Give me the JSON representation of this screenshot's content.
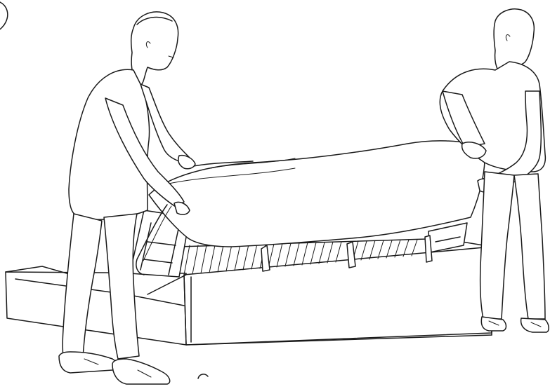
{
  "illustration": {
    "step_marker": "",
    "colors": {
      "line": "#1a1a1a",
      "paper": "#ffffff"
    },
    "figures": [
      "person-left",
      "person-right"
    ],
    "objects": [
      "bed-frame",
      "slatted-base",
      "fabric-cover",
      "fabric-straps"
    ]
  }
}
